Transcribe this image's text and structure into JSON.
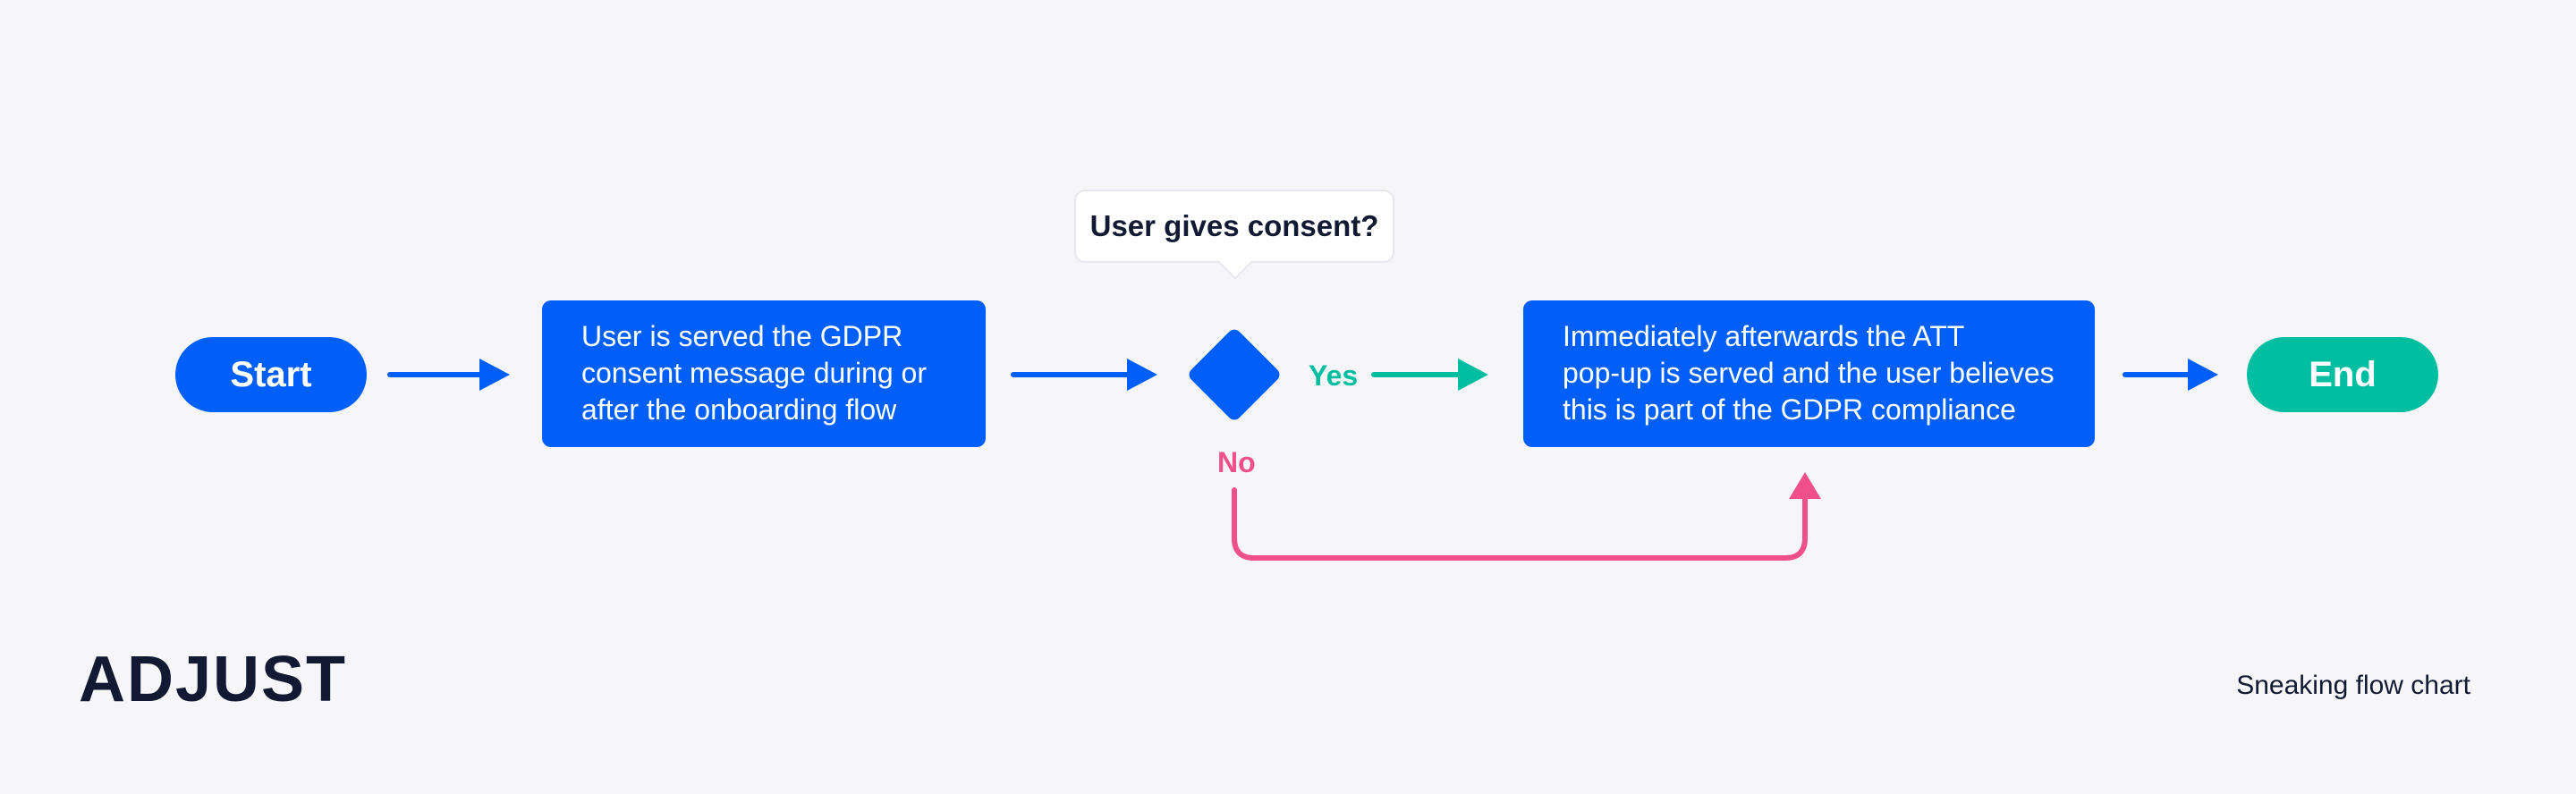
{
  "colors": {
    "background": "#f6f6f9",
    "primary_blue": "#005ff9",
    "green": "#00be9f",
    "pink": "#f04f87",
    "dark": "#121a33"
  },
  "diagram": {
    "start": "Start",
    "end": "End",
    "step1": [
      "User is served the GDPR",
      "consent message during or",
      "after the onboarding flow"
    ],
    "decision": "User gives consent?",
    "yes": "Yes",
    "no": "No",
    "step2": [
      "Immediately afterwards the ATT",
      "pop-up is served and the user believes",
      "this is part of the GDPR compliance"
    ]
  },
  "footer": {
    "brand": "ADJUST",
    "caption": "Sneaking flow chart"
  }
}
